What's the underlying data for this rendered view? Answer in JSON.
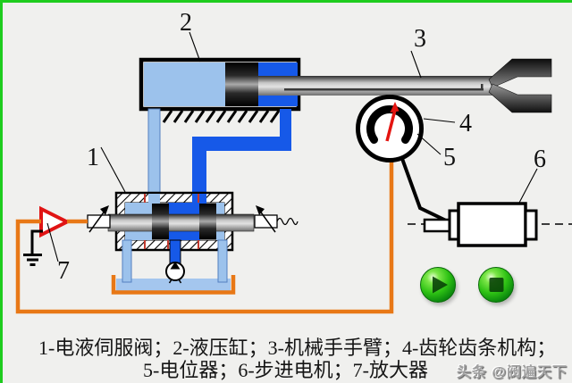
{
  "diagram": {
    "callouts": {
      "servo_valve": "1",
      "hydraulic_cylinder": "2",
      "manipulator_arm": "3",
      "gear_rack": "4",
      "potentiometer": "5",
      "stepper_motor": "6",
      "amplifier": "7"
    },
    "caption": {
      "line1": "1-电液伺服阀；2-液压缸；3-机械手手臂；4-齿轮齿条机构；",
      "line2": "5-电位器；6-步进电机；7-放大器"
    },
    "watermark": "头条 @阀遍天下",
    "colors": {
      "border_green": "#1ecc1e",
      "feedback_wire_orange": "#e87816",
      "amplifier_red": "#e01414",
      "needle_red": "#e41410",
      "fluid_light_blue": "#9cc2ec",
      "fluid_dark_blue": "#1659e8",
      "tank_water_blue": "#a4c6ee",
      "button_green": "#2ec214"
    },
    "icons": {
      "play": "play-icon",
      "stop": "stop-icon"
    }
  }
}
